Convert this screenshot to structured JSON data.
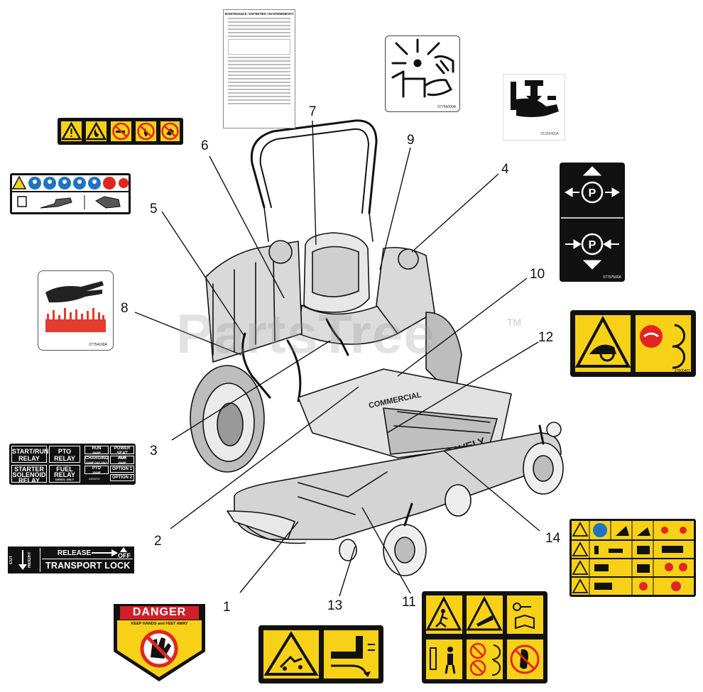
{
  "callouts": [
    "1",
    "2",
    "3",
    "4",
    "5",
    "6",
    "7",
    "8",
    "9",
    "10",
    "11",
    "12",
    "13",
    "14"
  ],
  "watermark": "PartsTree",
  "watermark_tm": "TM",
  "maintenance_decal": {
    "title": "MAINTENANCE / ENTRETIEN / MANTENIMIENTO"
  },
  "crush_decal": {
    "part_no": "07756000A"
  },
  "pinch_decal": {
    "part_no": "05359400A"
  },
  "brake_decal": {
    "part_no": "07707500A"
  },
  "hot_surface_decal": {
    "part_no": "07754168A"
  },
  "belt_decal": {
    "part_no": "07800401"
  },
  "relay_decal": {
    "start_run_relay": [
      "START/RUN",
      "RELAY"
    ],
    "pto_relay": [
      "PTO",
      "RELAY"
    ],
    "starter_solenoid_relay": [
      "STARTER",
      "SOLENOID",
      "RELAY"
    ],
    "fuel_relay": [
      "FUEL",
      "RELAY"
    ],
    "fuel_relay_sub": "DIESEL ONLY",
    "run_label": "RUN",
    "run_sub": "10AMP",
    "power_seat_label": "POWER SEAT",
    "power_seat_sub": "15AMP",
    "charging_label": "CHARGING",
    "charging_sub": "10AMP GAS ONLY",
    "aux_label": "AUX",
    "aux_sub": "15AMP",
    "pto_label": "PTO",
    "pto_sub": "10AMP",
    "option1": "OPTION 1",
    "option2": "OPTION 2",
    "part_no": "04026700"
  },
  "transport_decal": {
    "cut": "CUT",
    "height": "HEIGHT",
    "release": "RELEASE",
    "off": "OFF",
    "transport_lock": "TRANSPORT LOCK"
  },
  "danger_decal": {
    "danger": "DANGER",
    "subtext": "KEEP HANDS and FEET AWAY"
  },
  "mower_brand": "GRAVELY",
  "deck_brand": "COMMERCIAL",
  "colors": {
    "safety_yellow": "#f7d117",
    "danger_red": "#d21f26",
    "prohibit_red": "#e0261f",
    "mandatory_blue": "#1f73c2",
    "hot_red": "#e33b2e"
  }
}
